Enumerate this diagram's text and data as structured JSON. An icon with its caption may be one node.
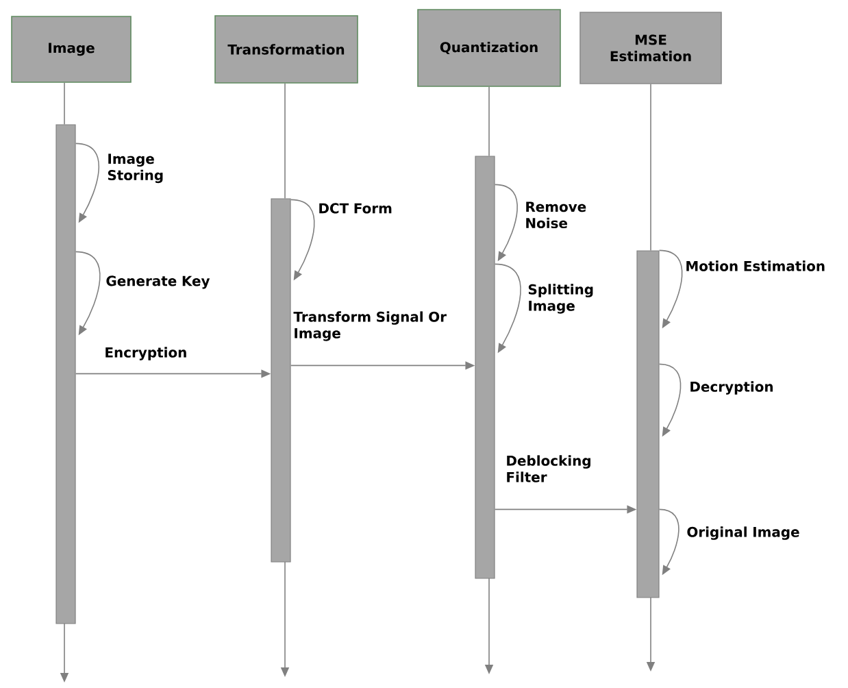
{
  "diagram": {
    "nodes": [
      {
        "text": [
          "Image"
        ]
      },
      {
        "text": [
          "Transformation"
        ]
      },
      {
        "text": [
          "Quantization"
        ]
      },
      {
        "text": [
          "MSE Estimation"
        ]
      },
      {
        "text": [],
        "shape": "bar"
      },
      {
        "text": [],
        "shape": "bar"
      },
      {
        "text": [],
        "shape": "bar"
      },
      {
        "text": [],
        "shape": "bar"
      }
    ],
    "edges": [
      {
        "from": 0,
        "to": 4,
        "arrow": "none"
      },
      {
        "from": 4,
        "to": null,
        "arrow": "to"
      },
      {
        "from": 1,
        "to": 5,
        "arrow": "none"
      },
      {
        "from": 5,
        "to": null,
        "arrow": "to"
      },
      {
        "from": 2,
        "to": 6,
        "arrow": "none"
      },
      {
        "from": 6,
        "to": null,
        "arrow": "to"
      },
      {
        "from": 3,
        "to": 7,
        "arrow": "none"
      },
      {
        "from": 7,
        "to": null,
        "arrow": "to"
      },
      {
        "from": 4,
        "to": 4,
        "arrow": "to",
        "label": "Image Storing"
      },
      {
        "from": 4,
        "to": 4,
        "arrow": "to",
        "label": "Generate Key"
      },
      {
        "from": 4,
        "to": 5,
        "arrow": "to",
        "label": "Encryption"
      },
      {
        "from": 5,
        "to": 5,
        "arrow": "to",
        "label": "DCT Form"
      },
      {
        "from": 5,
        "to": 6,
        "arrow": "to",
        "label": "Transform Signal Or Image"
      },
      {
        "from": 6,
        "to": 6,
        "arrow": "to",
        "label": "Remove Noise"
      },
      {
        "from": 6,
        "to": 6,
        "arrow": "to",
        "label": "Splitting Image"
      },
      {
        "from": 6,
        "to": 7,
        "arrow": "to",
        "label": "Deblocking Filter"
      },
      {
        "from": 7,
        "to": 7,
        "arrow": "to",
        "label": "Motion Estimation"
      },
      {
        "from": 7,
        "to": 7,
        "arrow": "to",
        "label": "Decryption"
      },
      {
        "from": 7,
        "to": 7,
        "arrow": "to",
        "label": "Original Image"
      }
    ]
  }
}
